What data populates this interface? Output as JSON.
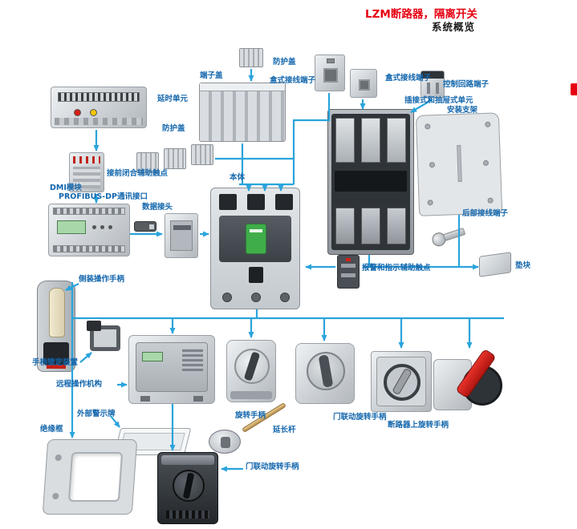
{
  "title": {
    "line1": "LZM断路器，隔离开关",
    "line2": "系统概览"
  },
  "colors": {
    "title_red": "#e60012",
    "line_blue": "#2aa4dc",
    "label_blue": "#1467ad"
  },
  "labels": {
    "delay_unit": "延时单元",
    "protective_cover_top": "防护盖",
    "protective_cover_mid": "防护盖",
    "terminal_cover": "端子盖",
    "box_terminal_a": "盒式接线端子",
    "box_terminal_b": "盒式接线端子",
    "control_circuit_terminal": "控制回路端子",
    "plug_in_drawer_unit": "插接式和抽屉式单元",
    "mounting_bracket": "安装支架",
    "front_close_aux_contact": "接前闭合辅助触点",
    "dmi_module": "DMI模块",
    "profibus_port": "PROFIBUS-DP通讯接口",
    "data_connector": "数据接头",
    "main_body": "本体",
    "rear_terminal": "后部接线端子",
    "spacer_block": "垫块",
    "alarm_indicator_aux_contact": "报警和指示辅助触点",
    "side_operating_handle": "侧装操作手柄",
    "handle_locking_device": "手柄锁定装置",
    "remote_operating_mechanism": "远程操作机构",
    "external_warning_sign": "外部警示牌",
    "rotary_handle": "旋转手柄",
    "extension_rod": "延长杆",
    "door_rotary_right": "门联动旋转手柄",
    "breaker_rotary": "断路器上旋转手柄",
    "insulation_frame": "绝缘框",
    "door_rotary_bottom": "门联动旋转手柄"
  }
}
